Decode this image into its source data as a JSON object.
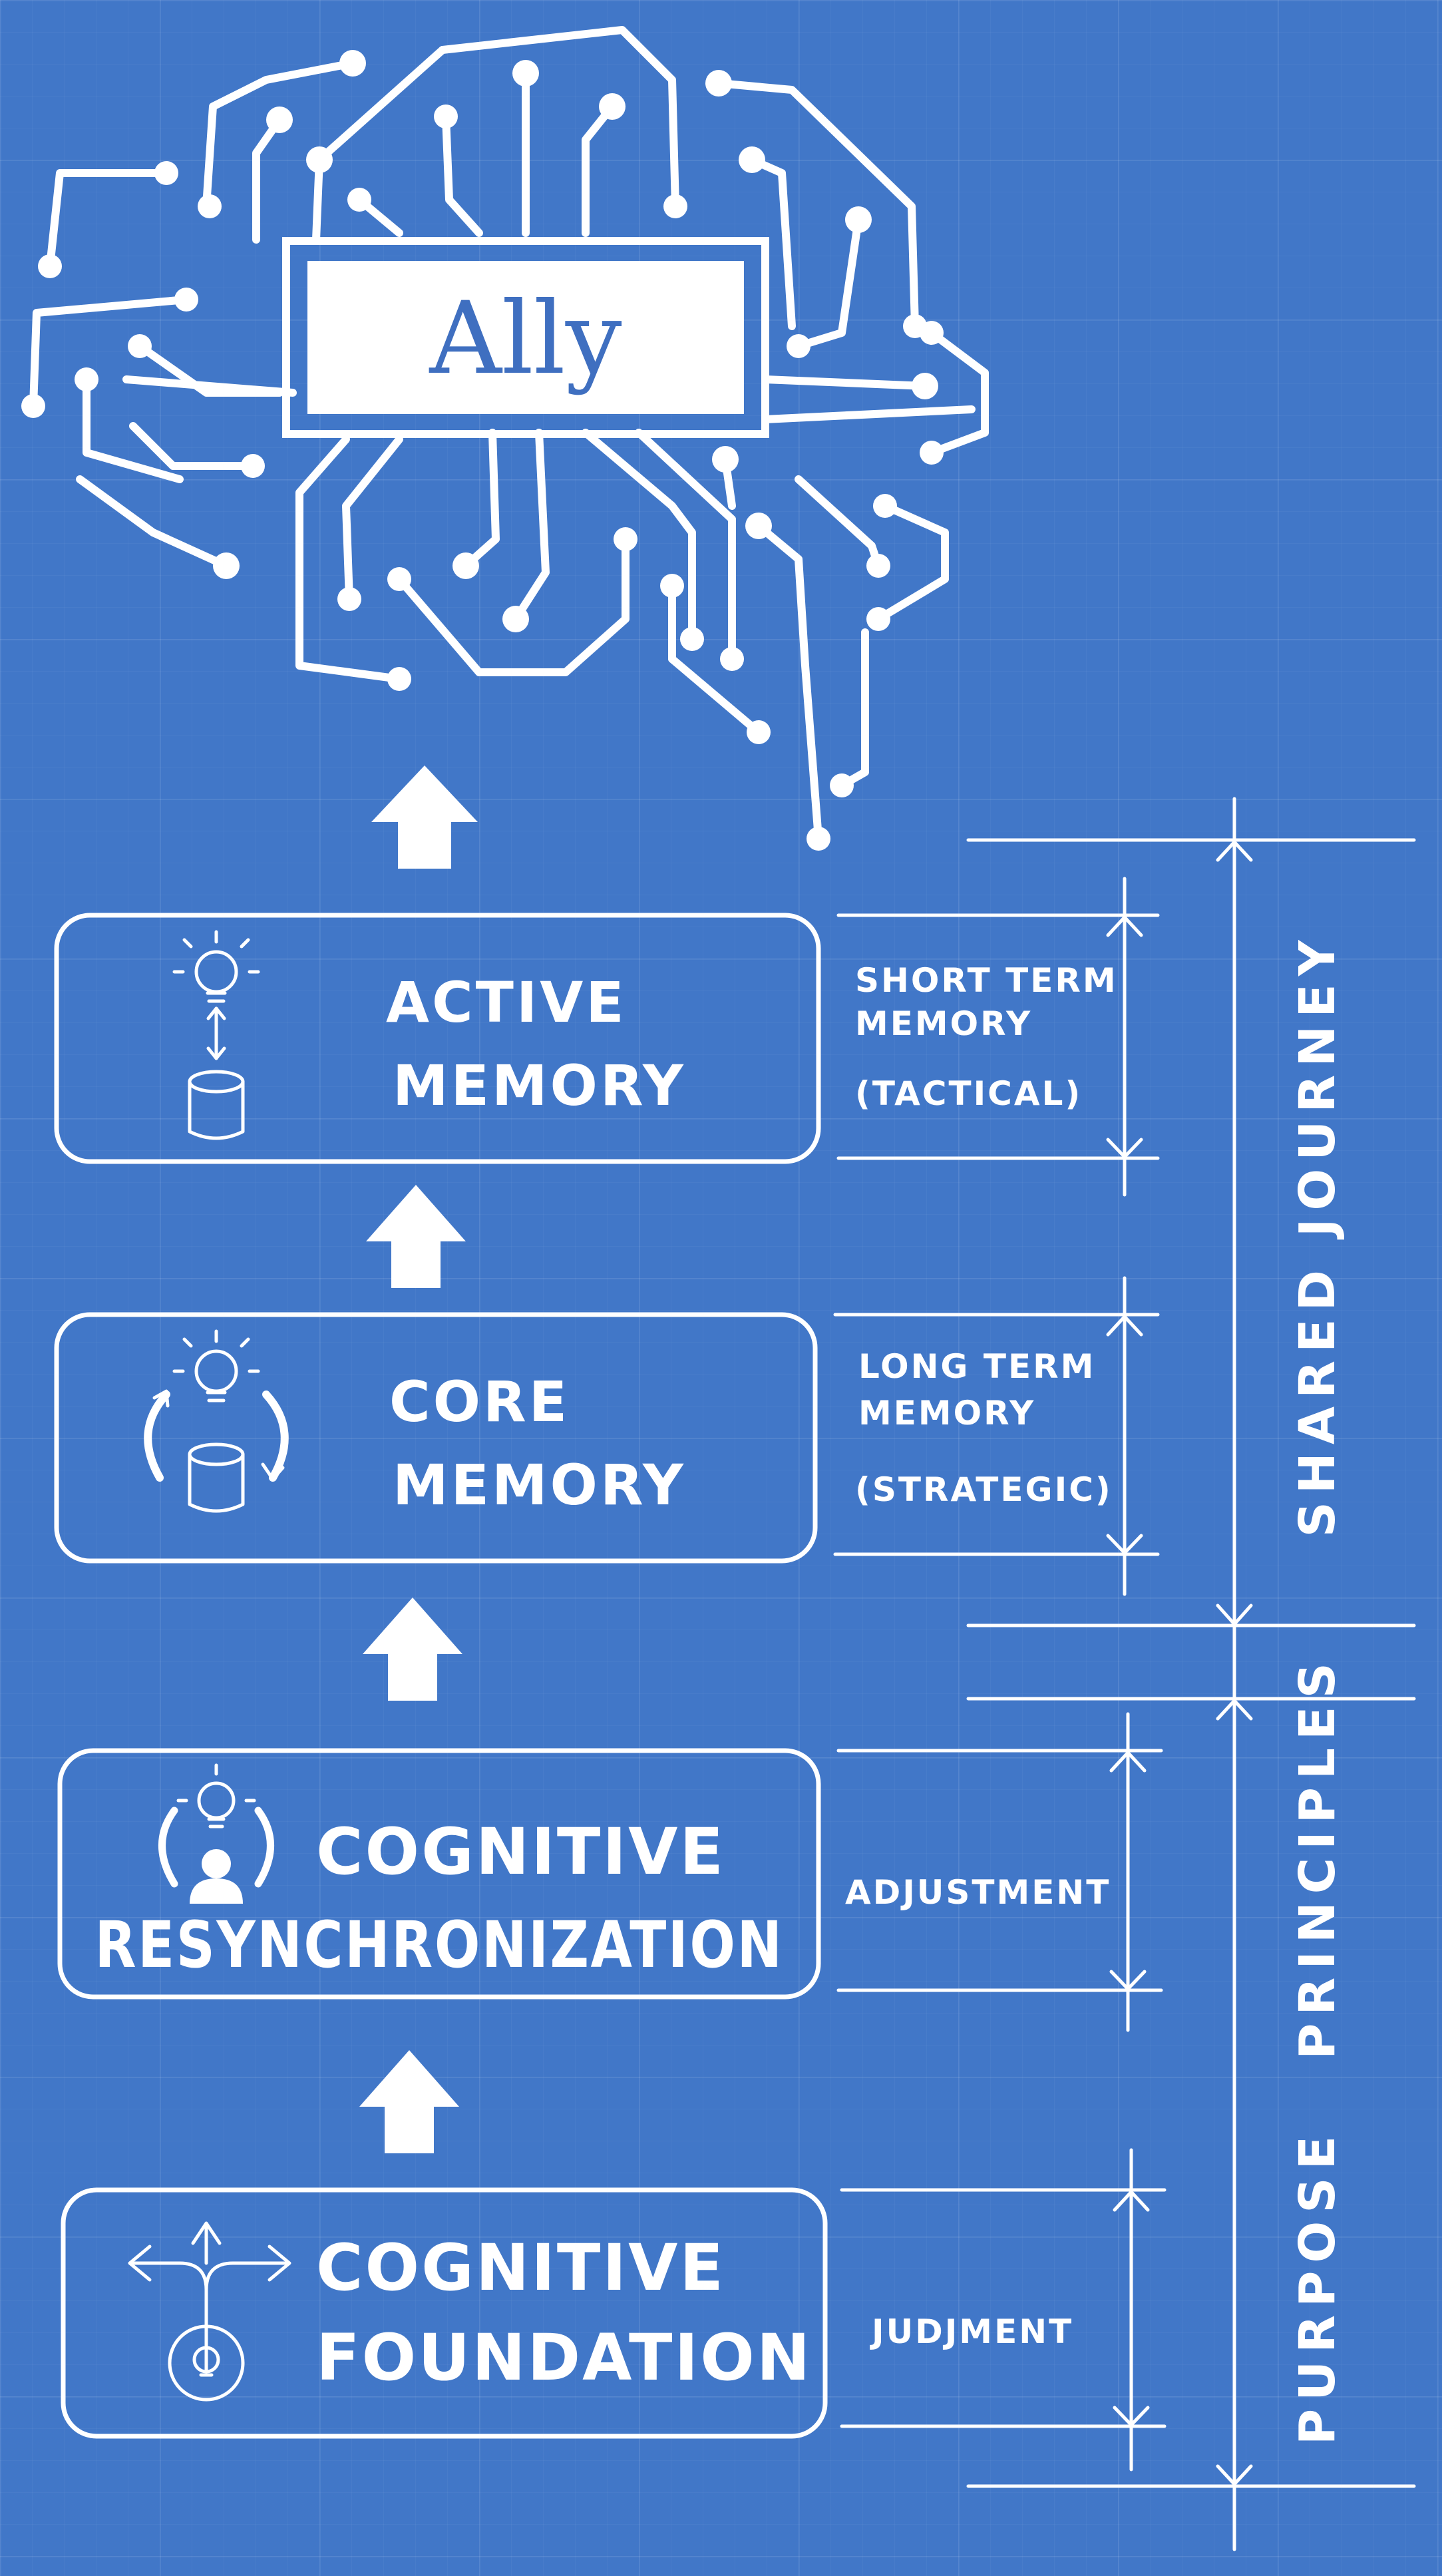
{
  "logo": {
    "text": "Ally",
    "icon": "circuit-brain-icon"
  },
  "layers": [
    {
      "id": "active-memory",
      "title_lines": [
        "ACTIVE",
        "MEMORY"
      ],
      "icon": "lightbulb-database-icon",
      "side_lines": [
        "SHORT TERM",
        "MEMORY",
        "(TACTICAL)"
      ]
    },
    {
      "id": "core-memory",
      "title_lines": [
        "CORE",
        "MEMORY"
      ],
      "icon": "lightbulb-database-cycle-icon",
      "side_lines": [
        "LONG TERM",
        "MEMORY",
        "(STRATEGIC)"
      ]
    },
    {
      "id": "cognitive-resynchronization",
      "title_lines": [
        "COGNITIVE",
        "RESYNCHRONIZATION"
      ],
      "icon": "lightbulb-person-cycle-icon",
      "side_lines": [
        "ADJUSTMENT"
      ]
    },
    {
      "id": "cognitive-foundation",
      "title_lines": [
        "COGNITIVE",
        "FOUNDATION"
      ],
      "icon": "crossroads-lightbulb-icon",
      "side_lines": [
        "JUDJMENT"
      ]
    }
  ],
  "spans": {
    "shared_journey": "SHARED JOURNEY",
    "principles": "PRINCIPLES",
    "purpose": "PURPOSE"
  },
  "colors": {
    "background": "#4177c8",
    "line": "#ffffff"
  }
}
